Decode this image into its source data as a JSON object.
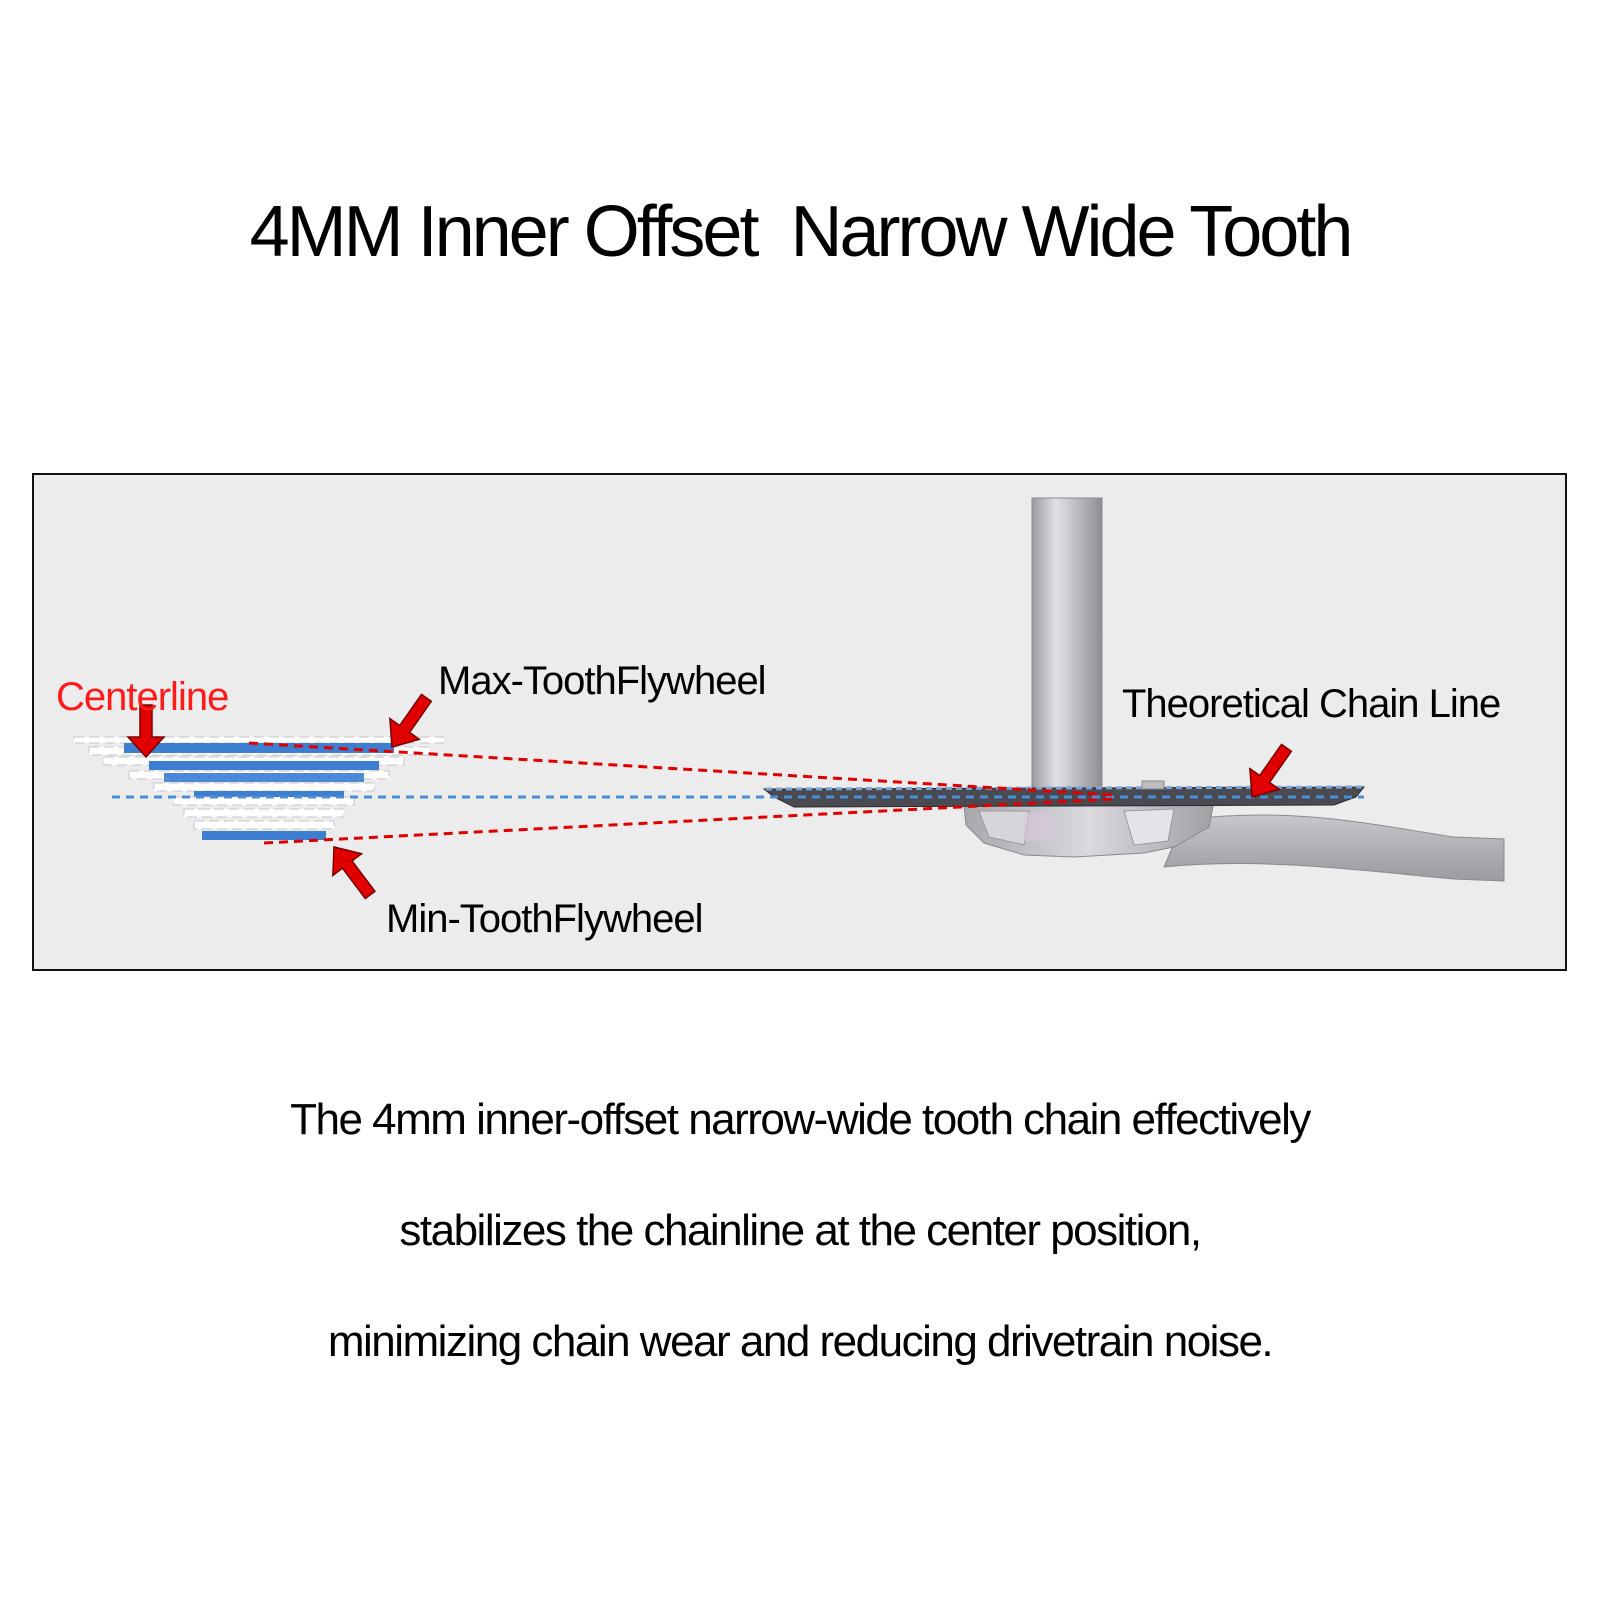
{
  "title": "4MM Inner Offset  Narrow Wide Tooth",
  "diagram": {
    "labels": {
      "centerline": "Centerline",
      "max_tooth": "Max-ToothFlywheel",
      "min_tooth": "Min-ToothFlywheel",
      "chain_line": "Theoretical Chain Line"
    },
    "colors": {
      "centerline_label": "#ff1a1a",
      "arrow": "#e00000",
      "dashed_red": "#e00000",
      "dashed_blue": "#4a8fd6",
      "cassette_blue": "#3c7fd0",
      "frame_background": "#ececec"
    }
  },
  "caption": {
    "line1": "The 4mm inner-offset narrow-wide tooth chain effectively",
    "line2": "stabilizes the chainline at the center position,",
    "line3": "minimizing chain wear and reducing drivetrain noise."
  }
}
